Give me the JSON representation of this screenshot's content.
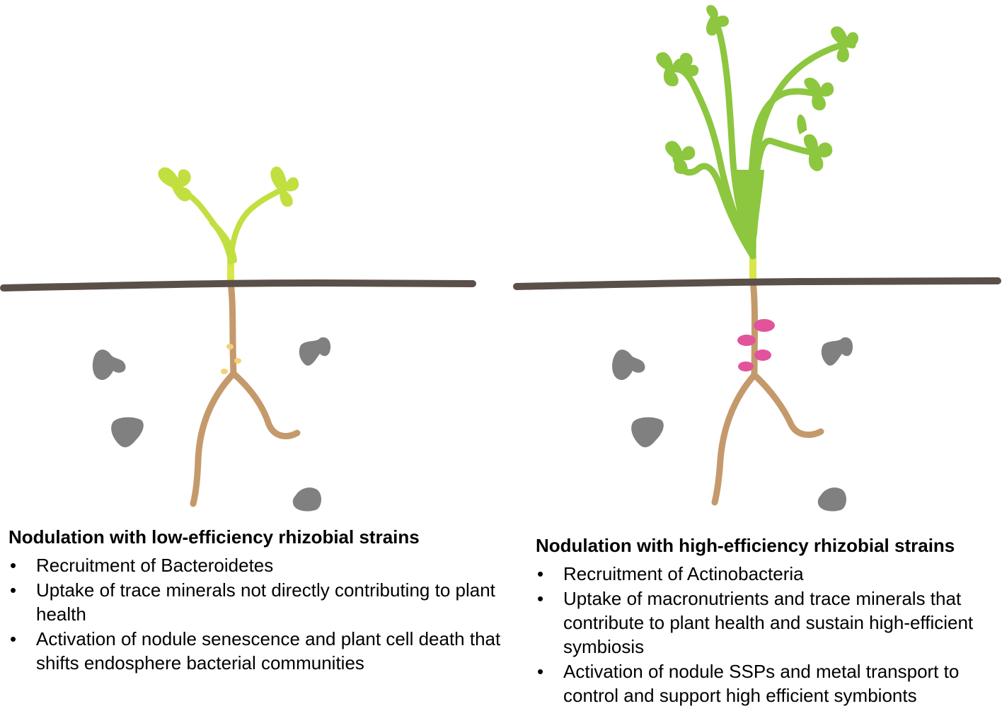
{
  "left_panel": {
    "title": "Nodulation with low-efficiency rhizobial strains",
    "bullets": [
      "Recruitment of Bacteroidetes",
      "Uptake of trace minerals not directly contributing to plant health",
      "Activation of nodule senescence and plant cell death that shifts endosphere bacterial communities"
    ]
  },
  "right_panel": {
    "title": "Nodulation with high-efficiency rhizobial strains",
    "bullets": [
      "Recruitment of Actinobacteria",
      "Uptake of macronutrients and trace minerals that contribute to plant health and sustain high-efficient symbiosis",
      "Activation of nodule SSPs and metal transport to control and support high efficient symbionts"
    ]
  },
  "colors": {
    "soil_line": "#5b4f4a",
    "root": "#c49a6c",
    "small_plant": "#c1df3f",
    "tall_plant": "#8dc63f",
    "stem_base": "#d8e64a",
    "rock": "#808080",
    "small_nodule": "#f5d07a",
    "large_nodule": "#e2539b"
  }
}
